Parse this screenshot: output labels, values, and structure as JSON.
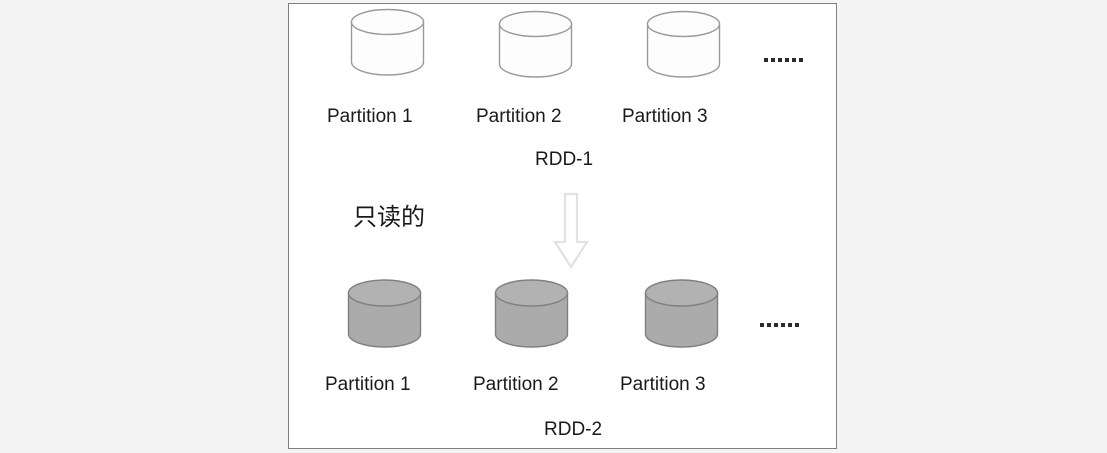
{
  "diagram": {
    "title_alt": "RDD read-only transformation diagram",
    "colors": {
      "canvas_background": "#f4f4f4",
      "panel_background": "#ffffff",
      "panel_border": "#808080",
      "cylinder_top_fill": "#fdfdfd",
      "cylinder_top_stroke": "#9a9a9a",
      "cylinder_bottom_fill": "#ababab",
      "cylinder_bottom_stroke": "#808080",
      "arrow_stroke": "#e2e2e2",
      "text": "#1a1a1a",
      "dot": "#2b2b2b"
    },
    "top_group": {
      "name": "RDD-1",
      "rdd_label": "RDD-1",
      "partitions": [
        {
          "label": "Partition 1"
        },
        {
          "label": "Partition 2"
        },
        {
          "label": "Partition 3"
        }
      ],
      "ellipsis": "......",
      "ellipsis_dot_count": 6
    },
    "bottom_group": {
      "name": "RDD-2",
      "rdd_label": "RDD-2",
      "partitions": [
        {
          "label": "Partition 1"
        },
        {
          "label": "Partition 2"
        },
        {
          "label": "Partition 3"
        }
      ],
      "ellipsis": "......",
      "ellipsis_dot_count": 6
    },
    "annotation": {
      "text": "只读的",
      "meaning_alt": "read-only"
    },
    "arrow": {
      "direction": "down",
      "icon": "arrow-down-icon"
    }
  }
}
